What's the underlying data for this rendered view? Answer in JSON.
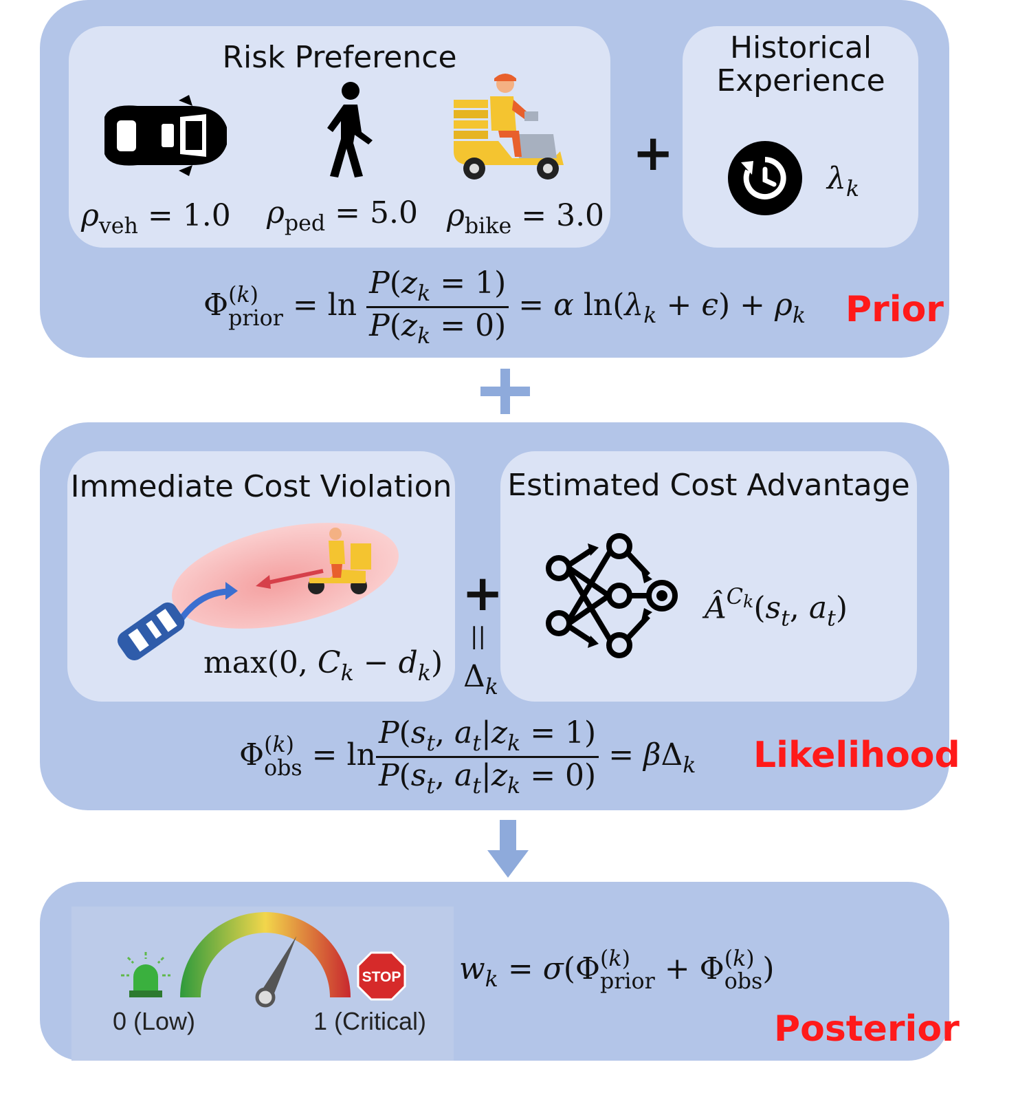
{
  "prior": {
    "risk_title": "Risk Preference",
    "rho_veh": "= 1.0",
    "rho_ped": "= 5.0",
    "rho_bike": "= 3.0",
    "hist_title": "Historical Experience",
    "lambda_label": "λ",
    "plus": "+",
    "tag": "Prior"
  },
  "likelihood": {
    "icv_title": "Immediate Cost Violation",
    "eca_title": "Estimated Cost Advantage",
    "equals_vertical": "||",
    "tag": "Likelihood"
  },
  "posterior": {
    "low_label": "0 (Low)",
    "critical_label": "1 (Critical)",
    "stop_text": "STOP",
    "tag": "Posterior",
    "gauge_level": 0.65
  },
  "connector_plus": "+",
  "colors": {
    "panel": "#b3c5e8",
    "card": "#dbe3f5",
    "tag_red": "#ff1a1a",
    "arrow_blue": "#8eaadb",
    "car_blue": "#2f5caa"
  }
}
